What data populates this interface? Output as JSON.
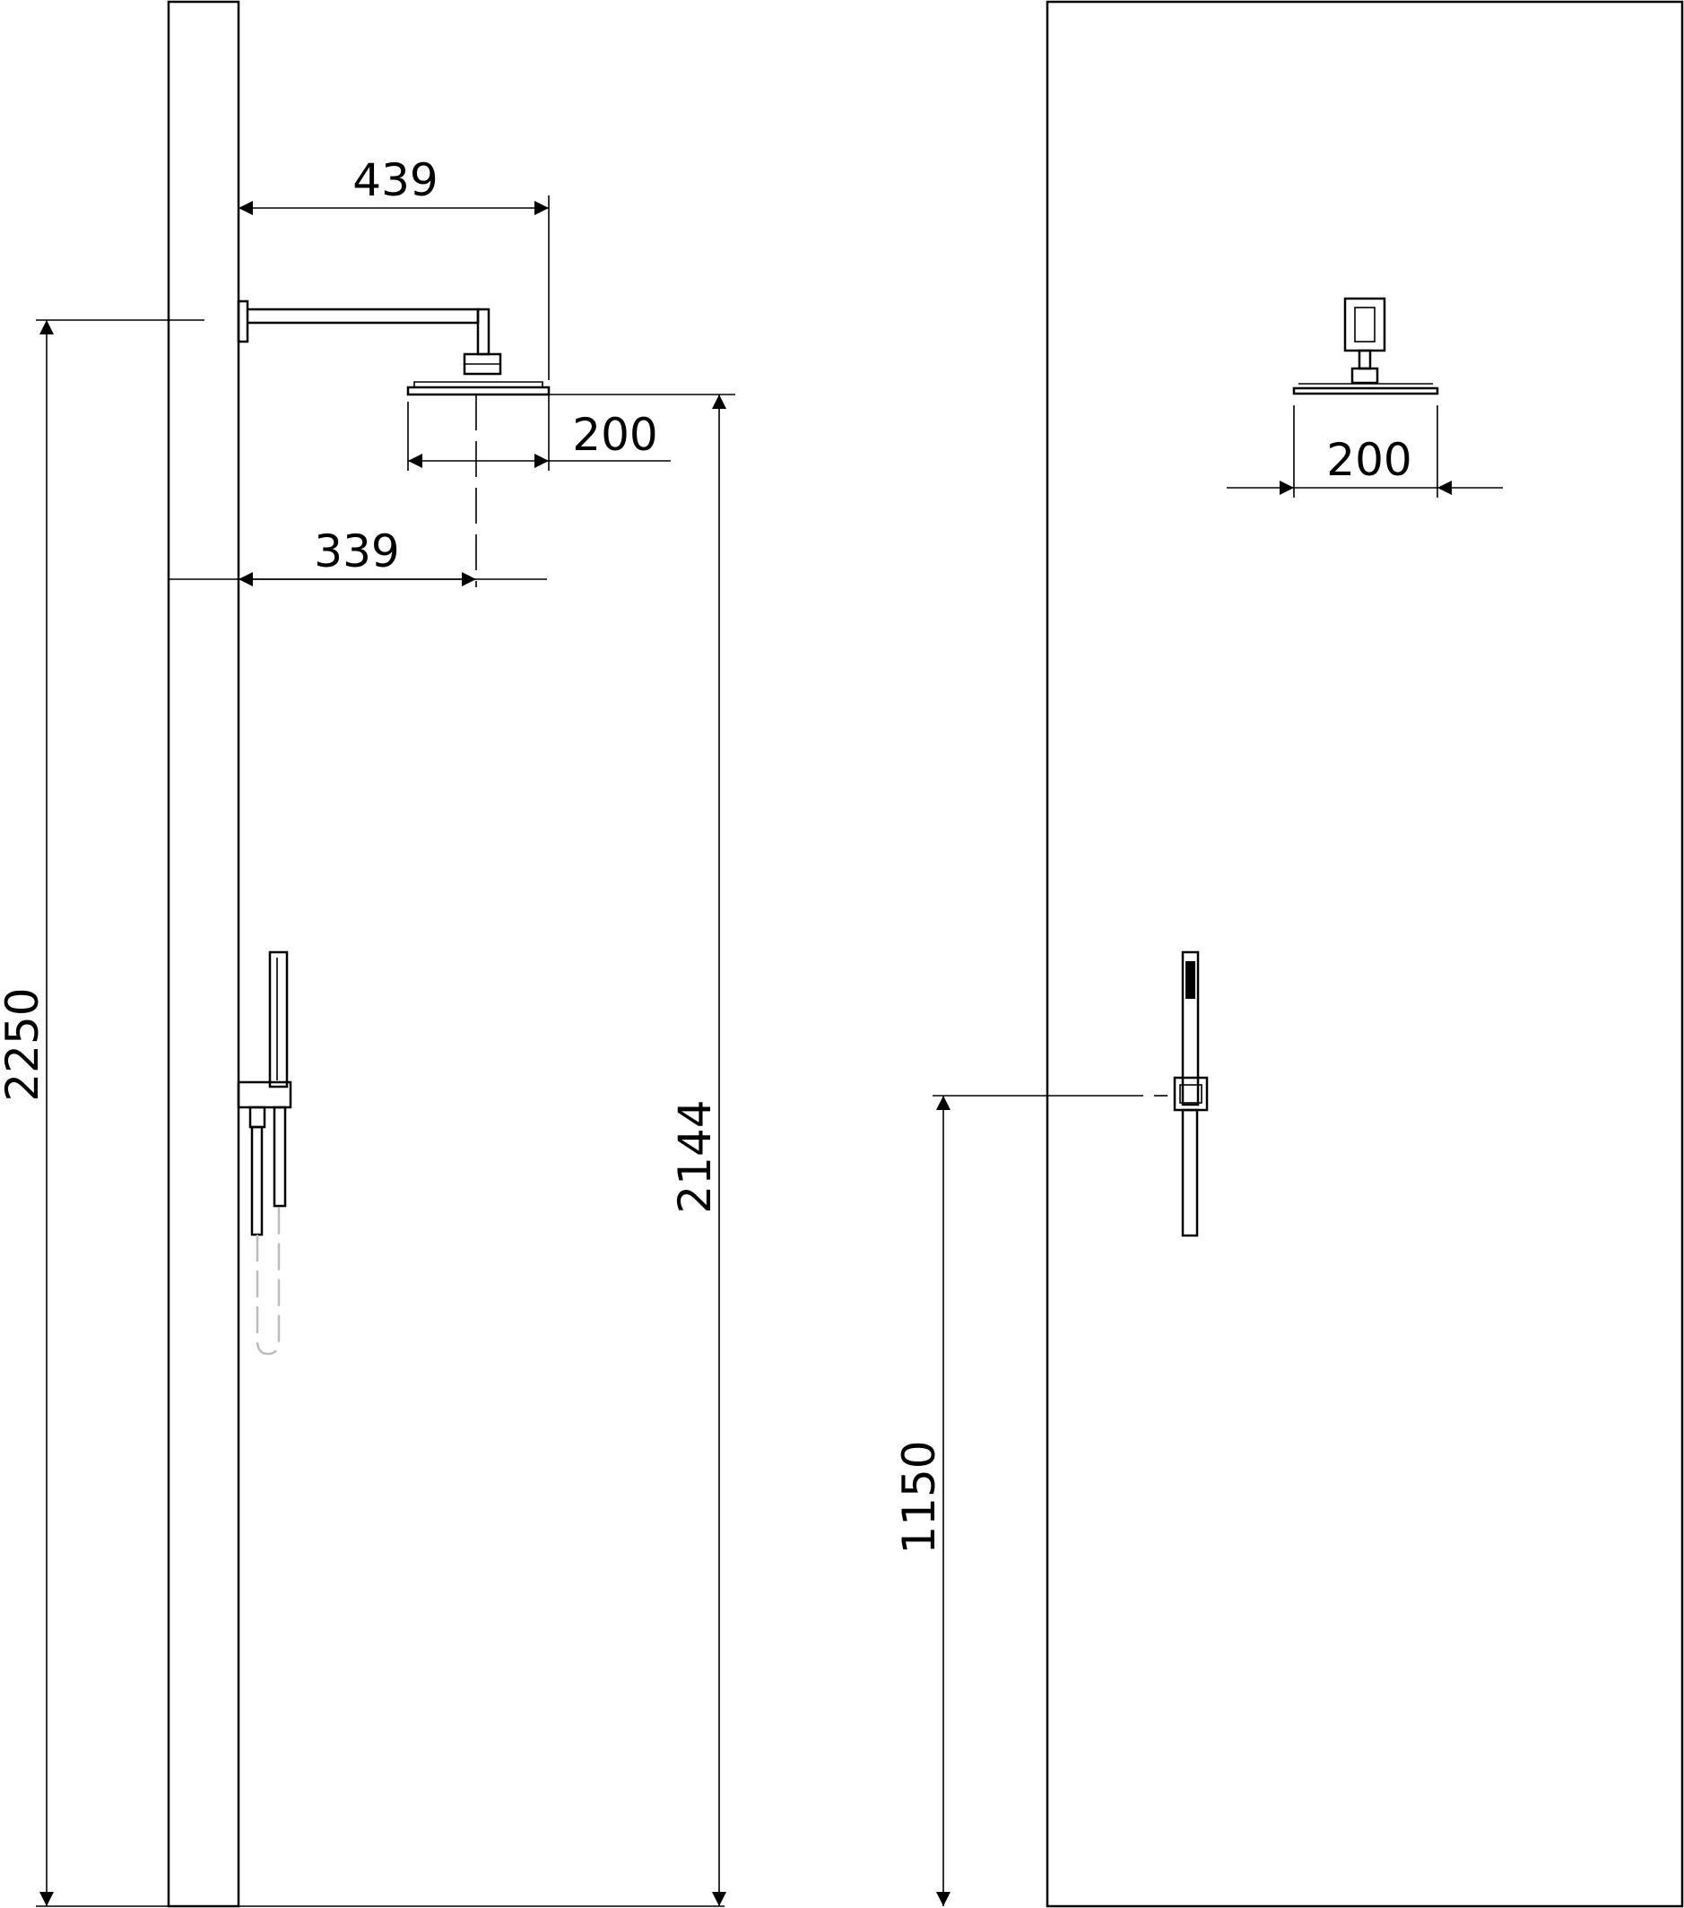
{
  "diagram": {
    "side_view": {
      "dim_arm_projection": "439",
      "dim_head_width": "200",
      "dim_head_center": "339",
      "dim_total_height": "2250",
      "dim_head_height": "2144"
    },
    "front_view": {
      "dim_head_width": "200",
      "dim_handshower_height": "1150"
    }
  }
}
